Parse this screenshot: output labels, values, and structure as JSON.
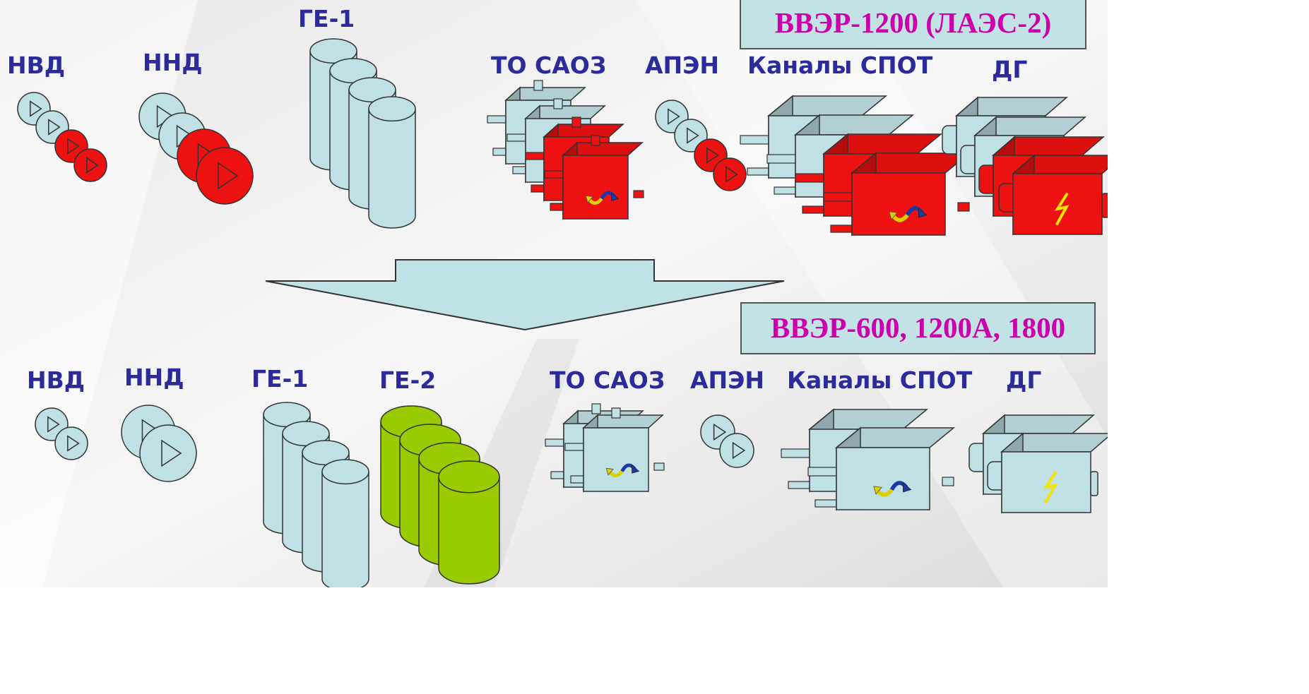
{
  "top": {
    "title": "ВВЭР-1200 (ЛАЭС-2)",
    "labels": {
      "nvd": "НВД",
      "nnd": "ННД",
      "ge1": "ГЕ-1",
      "to_saoz": "ТО САОЗ",
      "apen": "АПЭН",
      "spot": "Каналы СПОТ",
      "dg": "ДГ"
    }
  },
  "bottom": {
    "title": "ВВЭР-600, 1200А, 1800",
    "labels": {
      "nvd": "НВД",
      "nnd": "ННД",
      "ge1": "ГЕ-1",
      "ge2": "ГЕ-2",
      "to_saoz": "ТО САОЗ",
      "apen": "АПЭН",
      "spot": "Каналы СПОТ",
      "dg": "ДГ"
    }
  },
  "colors": {
    "label": "#2b2b9c",
    "title": "#cc00aa",
    "equipment": "#bfe0e4",
    "redundant": "#ee1111",
    "added": "#99cc00"
  }
}
